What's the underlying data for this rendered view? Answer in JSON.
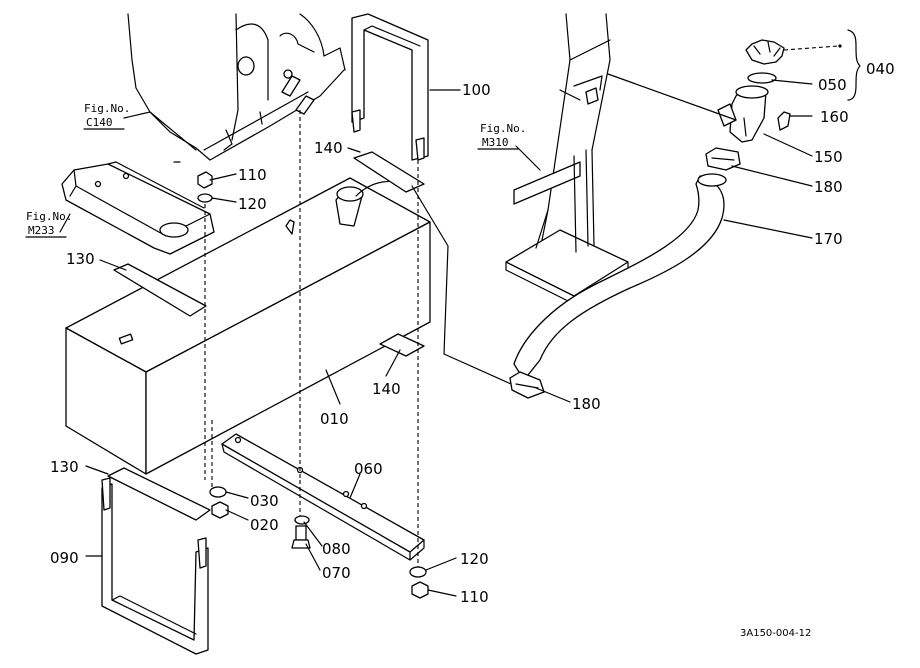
{
  "parts": {
    "p010": "010",
    "p020": "020",
    "p030": "030",
    "p040": "040",
    "p050": "050",
    "p060": "060",
    "p070": "070",
    "p080": "080",
    "p090": "090",
    "p100": "100",
    "p110": "110",
    "p120": "120",
    "p130": "130",
    "p140": "140",
    "p150": "150",
    "p160": "160",
    "p170": "170",
    "p180": "180"
  },
  "figure_refs": {
    "fig_label": "Fig.No.",
    "c140": "C140",
    "m233": "M233",
    "m310": "M310"
  },
  "drawing_code": "3A150-004-12"
}
